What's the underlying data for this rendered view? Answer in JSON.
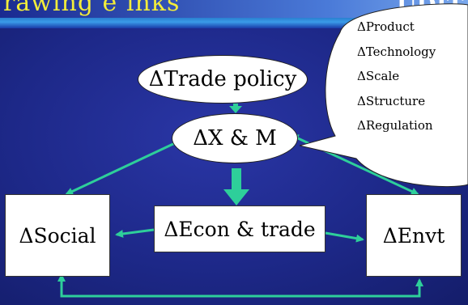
{
  "title": {
    "left_fragment": "rawing  e  inks",
    "right_fragment": "UDIT"
  },
  "nodes": {
    "trade_policy": "ΔTrade policy",
    "xm": "ΔX & M",
    "econ_trade": "ΔEcon & trade",
    "social": "ΔSocial",
    "envt": "ΔEnvt"
  },
  "callout": {
    "items": [
      "ΔProduct",
      "ΔTechnology",
      "ΔScale",
      "ΔStructure",
      "ΔRegulation"
    ]
  },
  "colors": {
    "background": "#1f2a8c",
    "arrow": "#2ecf9a",
    "title_text": "#f2ec3a",
    "node_fill": "#ffffff"
  }
}
